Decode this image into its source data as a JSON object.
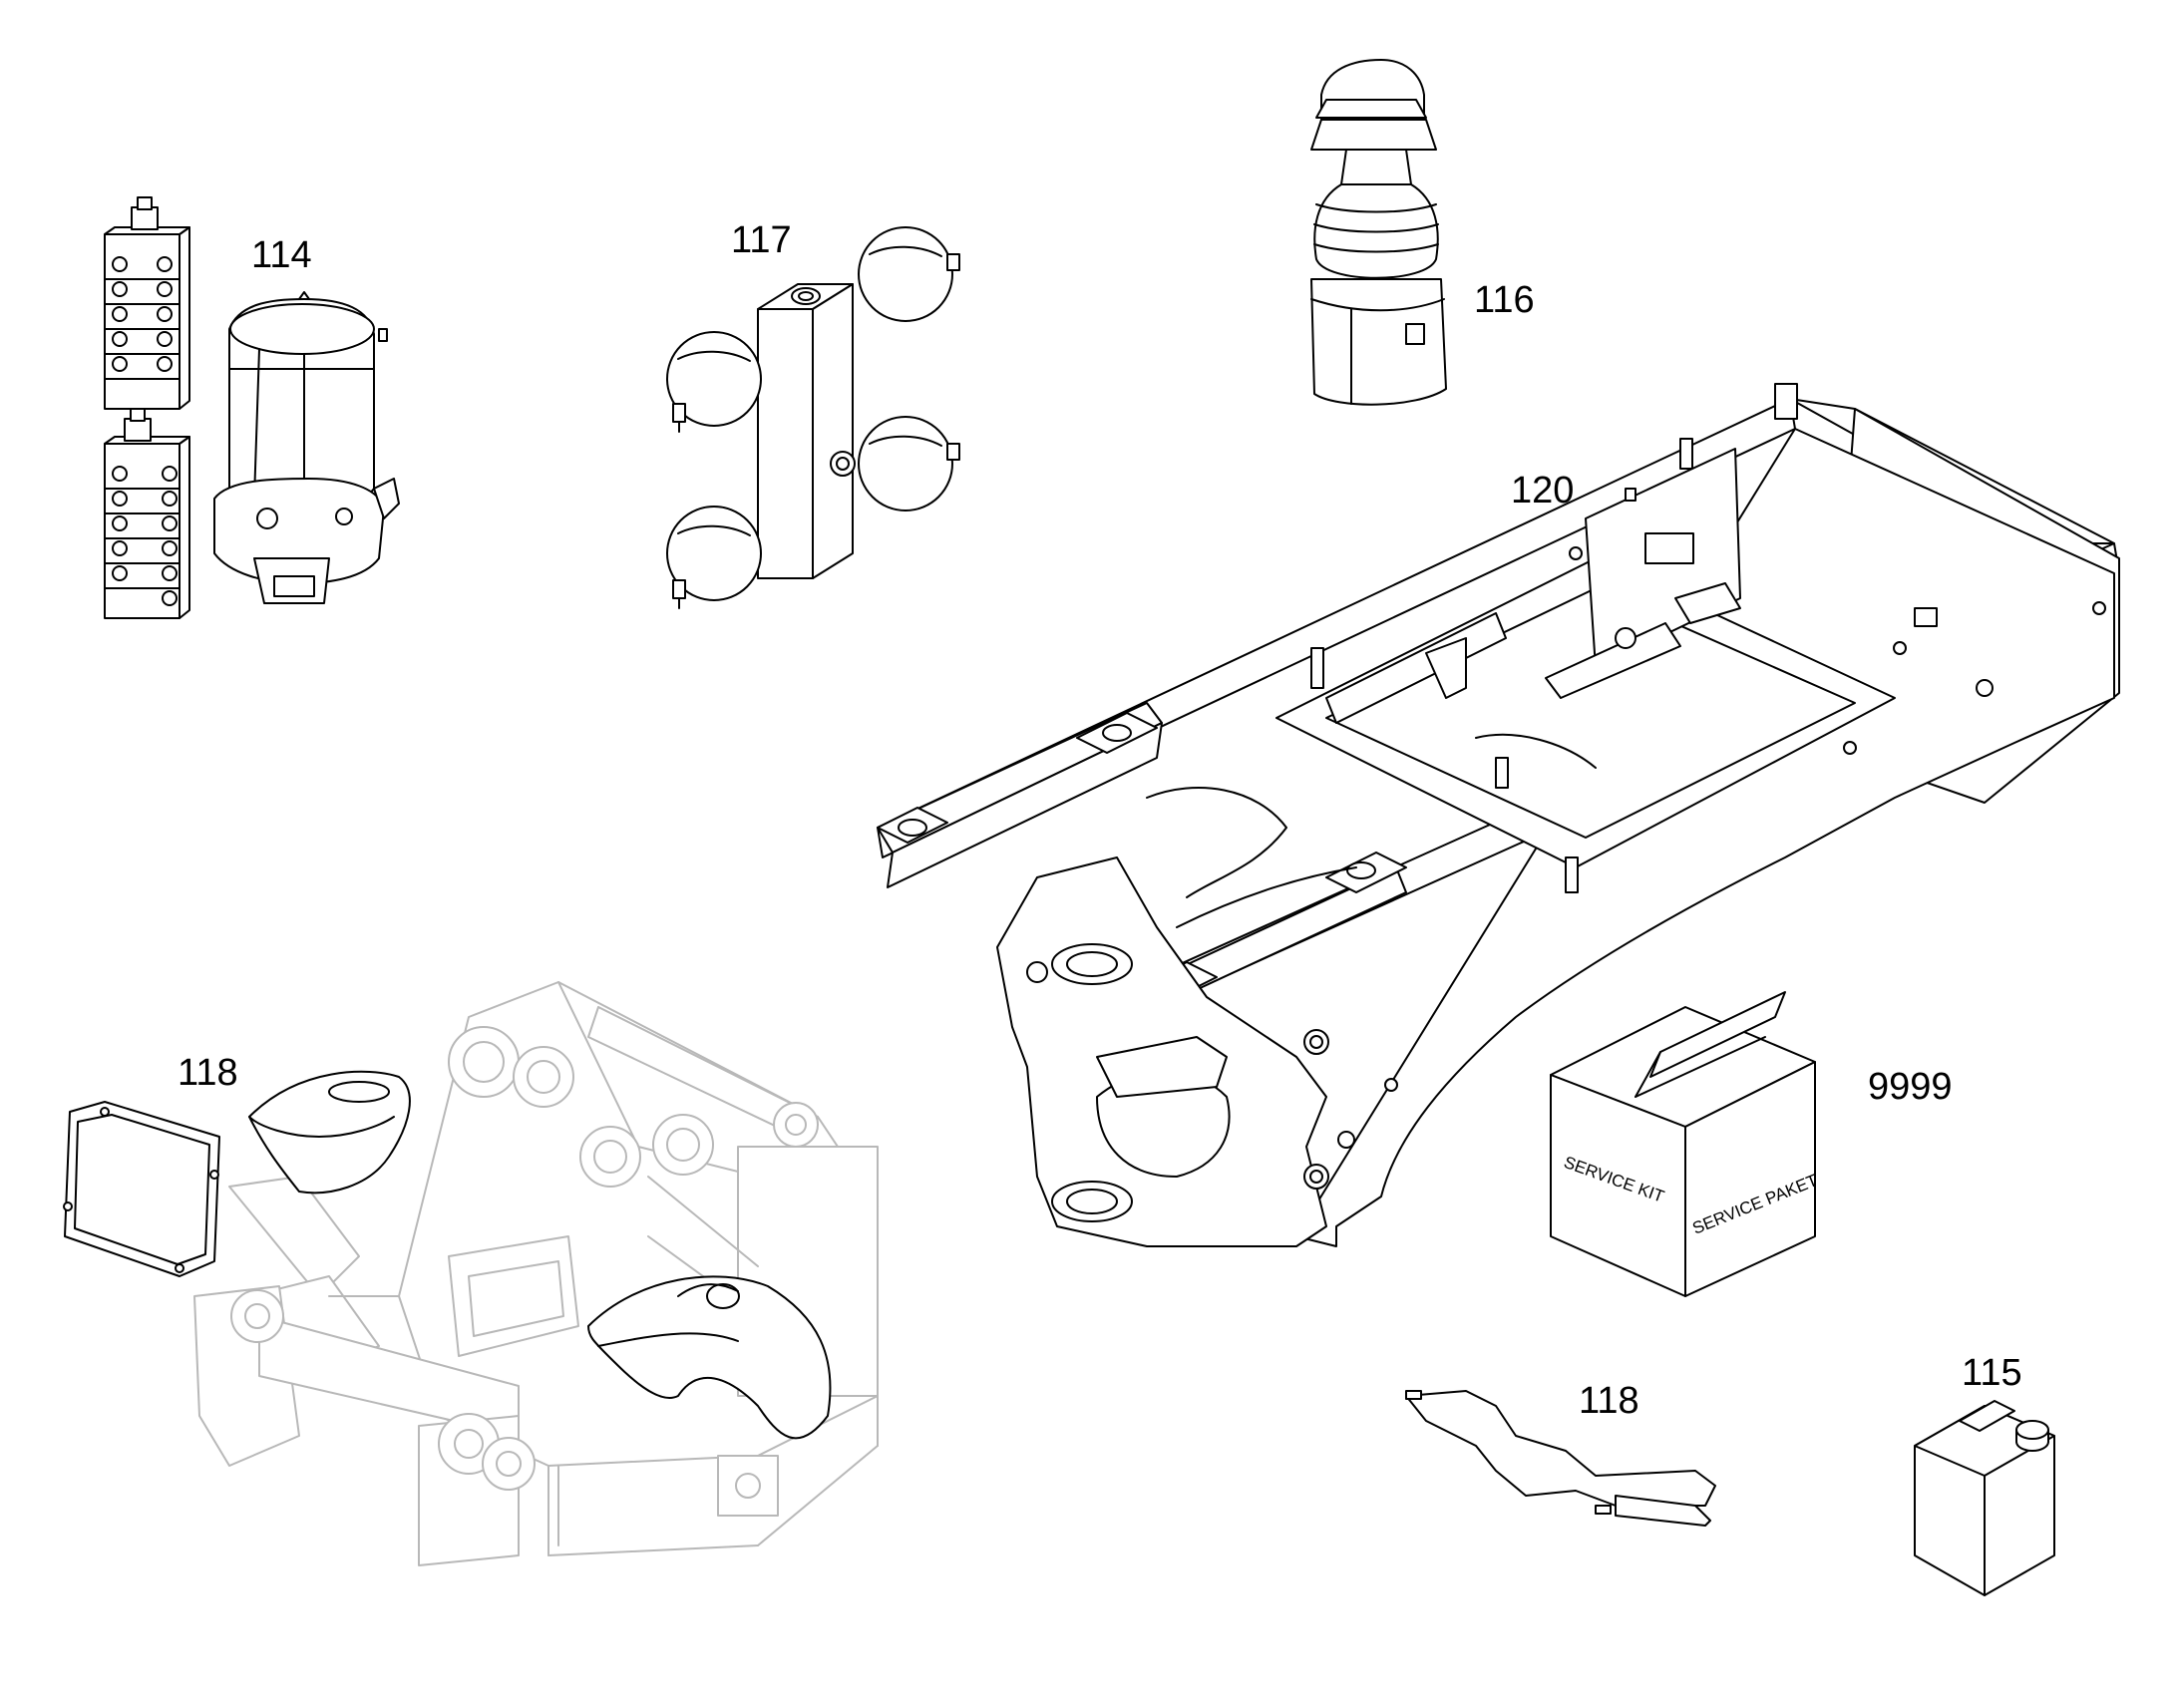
{
  "labels": {
    "p114": "114",
    "p115": "115",
    "p116": "116",
    "p117": "117",
    "p118_front": "118",
    "p118_strip": "118",
    "p120": "120",
    "p9999": "9999"
  },
  "service_box": {
    "side_text": "SERVICE KIT",
    "front_text": "SERVICE PAKET"
  },
  "colors": {
    "line": "#000000",
    "ghost_line": "#b8b8b8",
    "background": "#ffffff"
  }
}
